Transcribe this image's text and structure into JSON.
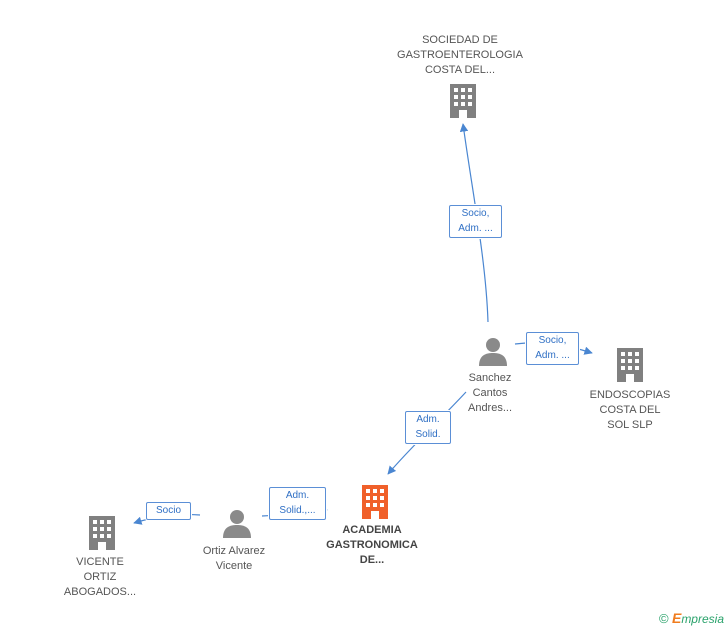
{
  "colors": {
    "edge": "#4a86d1",
    "company": "#808080",
    "company_main": "#f0602a",
    "person": "#8a8a8a"
  },
  "nodes": {
    "sociedad": {
      "label": "SOCIEDAD DE\nGASTROENTEROLOGIA\nCOSTA DEL...",
      "icon": "building-icon"
    },
    "endoscopias": {
      "label": "ENDOSCOPIAS\nCOSTA DEL\nSOL  SLP",
      "icon": "building-icon"
    },
    "sanchez": {
      "label": "Sanchez\nCantos\nAndres...",
      "icon": "person-icon"
    },
    "academia": {
      "label": "ACADEMIA\nGASTRONOMICA\nDE...",
      "icon": "building-icon"
    },
    "ortiz": {
      "label": "Ortiz Alvarez\nVicente",
      "icon": "person-icon"
    },
    "vicente": {
      "label": "VICENTE\nORTIZ\nABOGADOS...",
      "icon": "building-icon"
    }
  },
  "edges": {
    "sanchez_sociedad": "Socio,\nAdm. ...",
    "sanchez_endoscopias": "Socio,\nAdm. ...",
    "sanchez_academia": "Adm.\nSolid.",
    "ortiz_academia": "Adm.\nSolid.,...",
    "ortiz_vicente": "Socio"
  },
  "footer": {
    "copyright": "©",
    "brand_first": "E",
    "brand_rest": "mpresia"
  }
}
